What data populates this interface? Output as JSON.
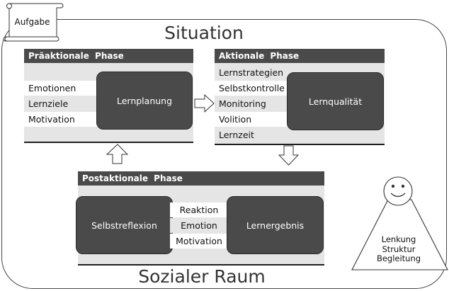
{
  "scroll_label": "Aufgabe",
  "title_top": "Situation",
  "title_bottom": "Sozialer Raum",
  "preactional": {
    "header": "Präaktionale Phase",
    "items": [
      "Emotionen",
      "Lernziele",
      "Motivation"
    ],
    "box": "Lernplanung"
  },
  "actional": {
    "header": "Aktionale Phase",
    "items": [
      "Lernstrategien",
      "Selbstkontrolle",
      "Monitoring",
      "Volition",
      "Lernzeit"
    ],
    "box": "Lernqualität"
  },
  "postactional": {
    "header": "Postaktionale Phase",
    "box_left": "Selbstreflexion",
    "items": [
      "Reaktion",
      "Emotion",
      "Motivation"
    ],
    "box_right": "Lernergebnis"
  },
  "teacher": {
    "lines": [
      "Lenkung",
      "Struktur",
      "Begleitung"
    ]
  }
}
